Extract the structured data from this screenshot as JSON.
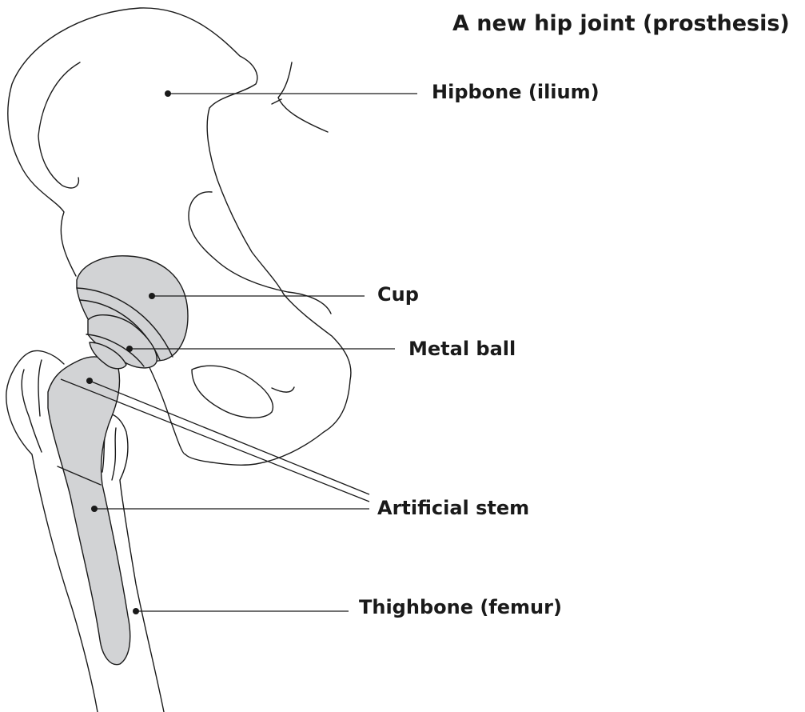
{
  "title": "A new hip joint (prosthesis)",
  "labels": {
    "hipbone": "Hipbone (ilium)",
    "cup": "Cup",
    "metal_ball": "Metal ball",
    "artificial_stem": "Artificial stem",
    "thighbone": "Thighbone (femur)"
  },
  "colors": {
    "implant_fill": "#d2d3d5",
    "line": "#1a1a1a",
    "background": "#ffffff"
  }
}
